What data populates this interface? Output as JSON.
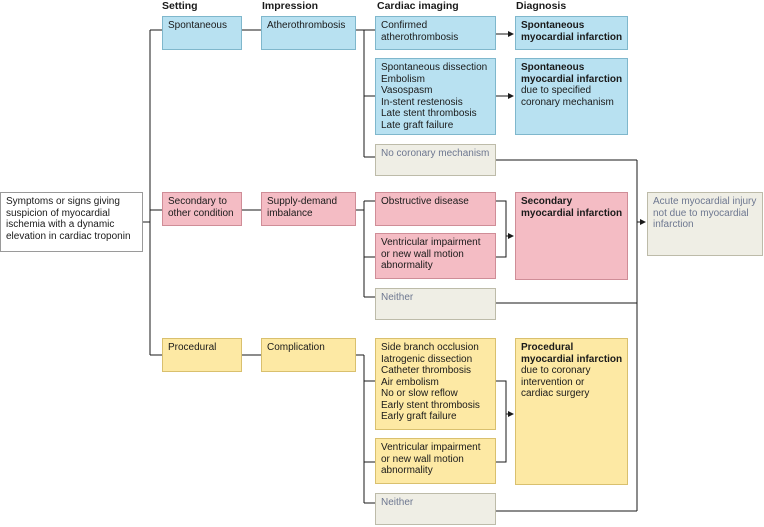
{
  "headers": {
    "setting": "Setting",
    "impression": "Impression",
    "imaging": "Cardiac imaging",
    "diagnosis": "Diagnosis"
  },
  "start": [
    "Symptoms or signs giving",
    "suspicion of myocardial",
    "ischemia with a dynamic",
    "elevation in cardiac troponin"
  ],
  "spontaneous": {
    "setting": "Spontaneous",
    "impression": "Atherothrombosis",
    "imaging_confirmed": [
      "Confirmed",
      "atherothrombosis"
    ],
    "imaging_other": [
      "Spontaneous dissection",
      "Embolism",
      "Vasospasm",
      "In-stent restenosis",
      "Late stent thrombosis",
      "Late graft failure"
    ],
    "imaging_none": "No coronary mechanism",
    "diagnosis_1": [
      "Spontaneous",
      "myocardial infarction"
    ],
    "diagnosis_2_bold": [
      "Spontaneous",
      "myocardial infarction"
    ],
    "diagnosis_2_rest": [
      "due to specified",
      "coronary mechanism"
    ]
  },
  "secondary": {
    "setting": [
      "Secondary to",
      "other condition"
    ],
    "impression": [
      "Supply-demand",
      "imbalance"
    ],
    "imaging_obstructive": "Obstructive disease",
    "imaging_ventricular": [
      "Ventricular impairment",
      "or new wall motion",
      "abnormality"
    ],
    "imaging_neither": "Neither",
    "diagnosis": [
      "Secondary",
      "myocardial infarction"
    ]
  },
  "procedural": {
    "setting": "Procedural",
    "impression": "Complication",
    "imaging_list": [
      "Side branch occlusion",
      "Iatrogenic dissection",
      "Catheter thrombosis",
      "Air embolism",
      "No or slow reflow",
      "Early stent thrombosis",
      "Early graft failure"
    ],
    "imaging_ventricular": [
      "Ventricular impairment",
      "or new wall motion",
      "abnormality"
    ],
    "imaging_neither": "Neither",
    "diagnosis_bold": [
      "Procedural",
      "myocardial infarction"
    ],
    "diagnosis_rest": [
      "due to coronary",
      "intervention or",
      "cardiac surgery"
    ]
  },
  "injury": {
    "line1": "Acute myocardial injury",
    "line2": "not due to myocardial",
    "line3": "infarction"
  },
  "colors": {
    "spontaneous": "#b8e1f1",
    "secondary": "#f4bcc4",
    "procedural": "#fde9a4",
    "neutral": "#efeee5"
  }
}
